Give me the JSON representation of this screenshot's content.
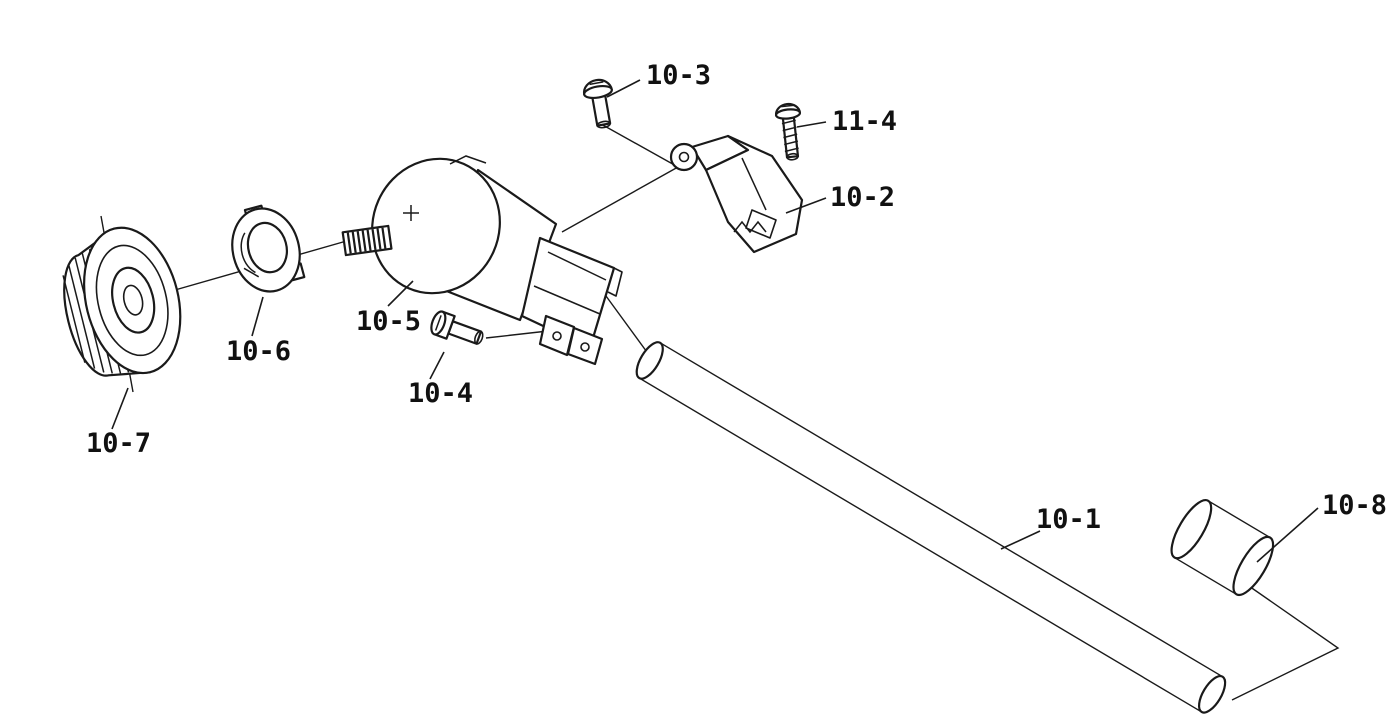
{
  "figure": {
    "type": "exploded-parts-diagram",
    "background_color": "#ffffff",
    "line_color": "#1a1a1a"
  },
  "labels": {
    "p10_1": "10-1",
    "p10_2": "10-2",
    "p10_3": "10-3",
    "p10_4": "10-4",
    "p10_5": "10-5",
    "p10_6": "10-6",
    "p10_7": "10-7",
    "p10_8": "10-8",
    "p11_4": "11-4"
  }
}
